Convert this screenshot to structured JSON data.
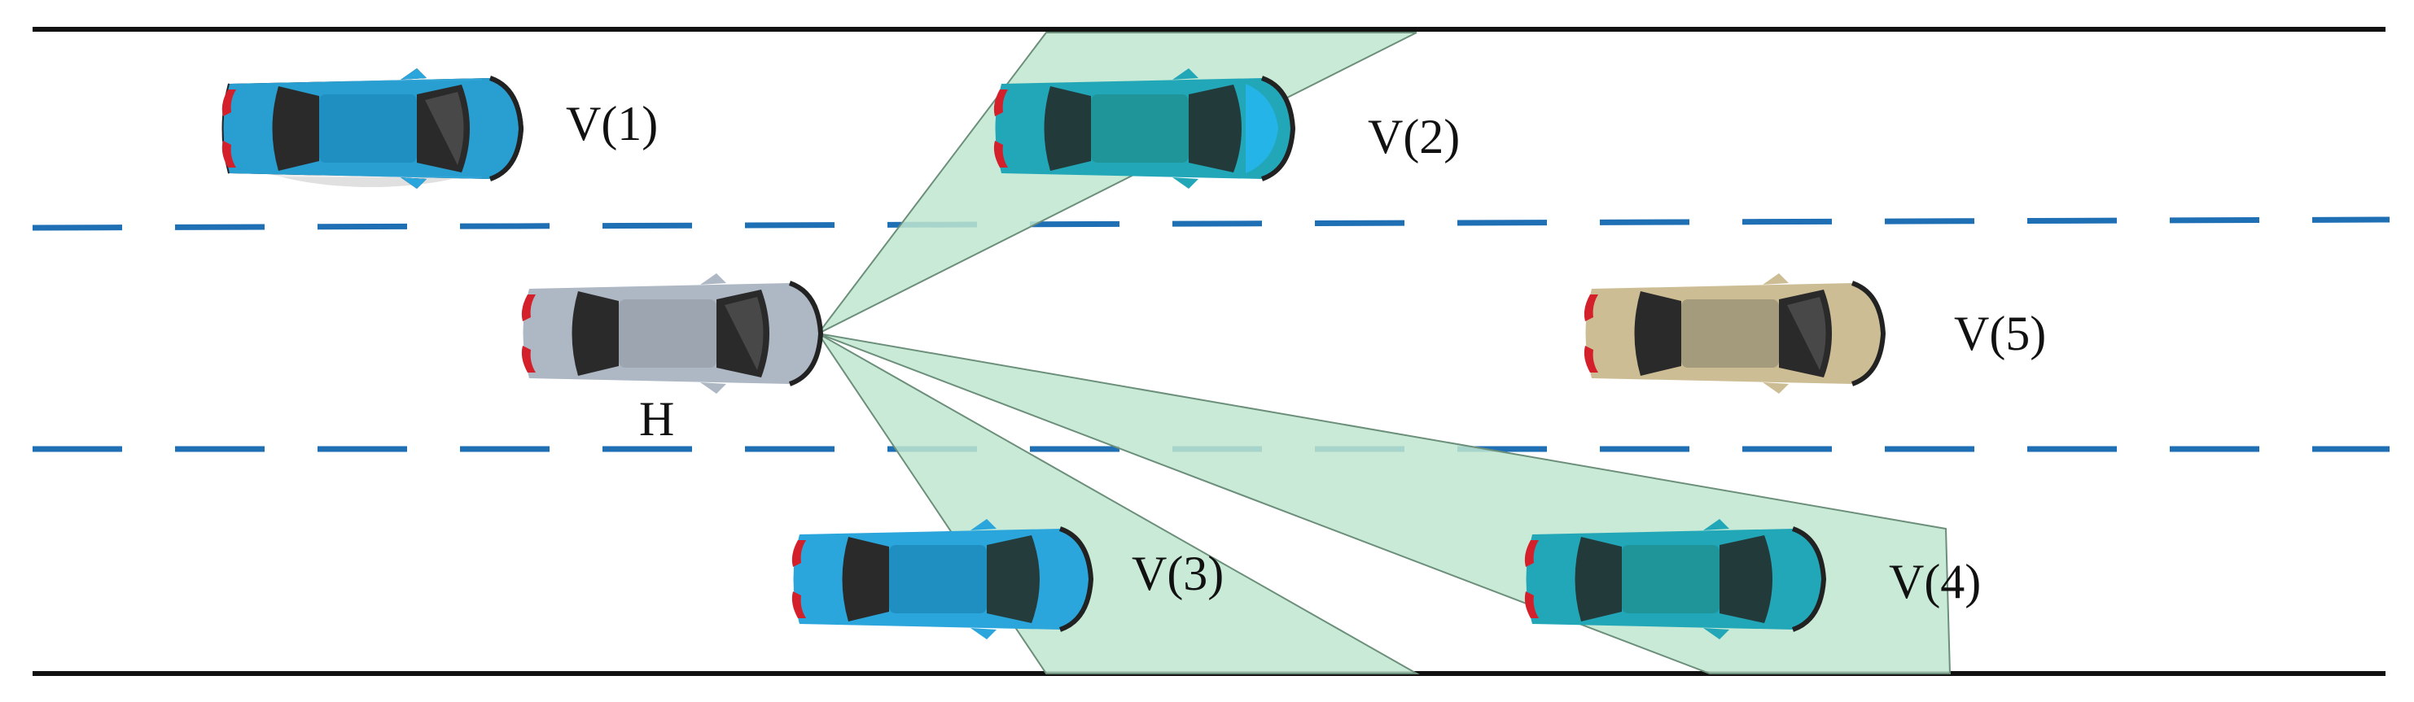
{
  "labels": {
    "host": "H",
    "v1": "V(1)",
    "v2": "V(2)",
    "v3": "V(3)",
    "v4": "V(4)",
    "v5": "V(5)"
  },
  "colors": {
    "road_edge": "#111111",
    "lane_dash": "#1f6fb5",
    "sensor_fill": "#bfe6cf",
    "sensor_stroke": "#6b8f7a",
    "car_blue": "#2aa6dc",
    "car_teal": "#22a7b8",
    "car_silver": "#aeb7c4",
    "car_beige": "#cdbd95",
    "tail_light": "#d4202a"
  }
}
